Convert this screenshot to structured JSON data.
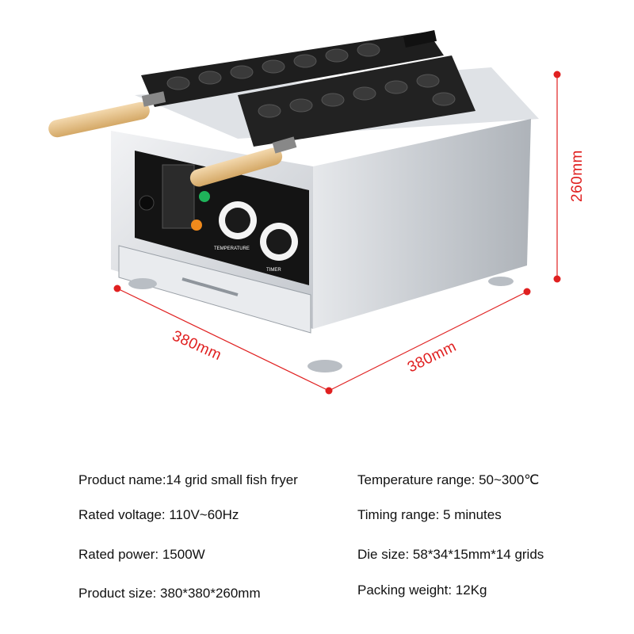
{
  "dimensions": {
    "width": "380mm",
    "depth": "380mm",
    "height": "260mm"
  },
  "panel_labels": {
    "temperature": "TEMPERATURE",
    "timer": "TIMER"
  },
  "specs": {
    "product_name": "Product name:14 grid small fish fryer",
    "rated_voltage": "Rated voltage: 110V~60Hz",
    "rated_power": "Rated power: 1500W",
    "product_size": "Product size: 380*380*260mm",
    "temperature_range": "Temperature range: 50~300℃",
    "timing_range": "Timing range: 5 minutes",
    "die_size": "Die size: 58*34*15mm*14 grids",
    "packing_weight": "Packing weight: 12Kg"
  },
  "colors": {
    "dimension_line": "#e02020",
    "steel": "#cfd3d8",
    "plate": "#1e1e1e",
    "handle_wood": "#e8c48e"
  }
}
